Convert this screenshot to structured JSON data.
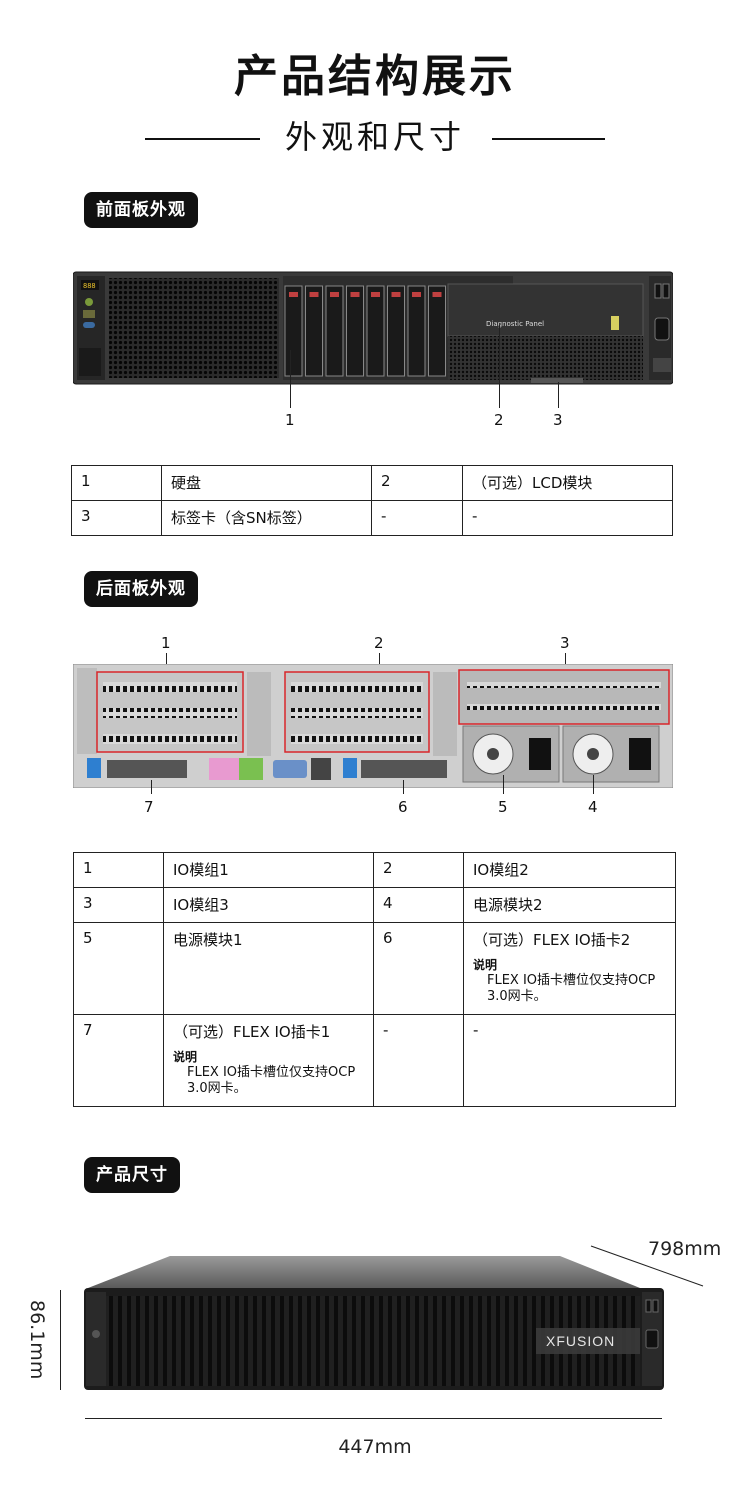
{
  "header": {
    "title": "产品结构展示",
    "subtitle": "外观和尺寸"
  },
  "front": {
    "badge": "前面板外观",
    "panel_label": "Diagnostic Panel",
    "callouts": [
      "1",
      "2",
      "3"
    ],
    "rows": [
      [
        "1",
        "硬盘",
        "2",
        "（可选）LCD模块"
      ],
      [
        "3",
        "标签卡（含SN标签）",
        "-",
        "-"
      ]
    ]
  },
  "rear": {
    "badge": "后面板外观",
    "callouts_top": [
      "1",
      "2",
      "3"
    ],
    "callouts_bottom": [
      "7",
      "6",
      "5",
      "4"
    ],
    "rows": [
      [
        "1",
        "IO模组1",
        "2",
        "IO模组2"
      ],
      [
        "3",
        "IO模组3",
        "4",
        "电源模块2"
      ],
      [
        "5",
        "电源模块1",
        "6",
        "（可选）FLEX IO插卡2"
      ],
      [
        "7",
        "（可选）FLEX IO插卡1",
        "-",
        "-"
      ]
    ],
    "note_title": "说明",
    "note_text": "FLEX IO插卡槽位仅支持OCP 3.0网卡。"
  },
  "size": {
    "badge": "产品尺寸",
    "depth": "798mm",
    "height": "86.1mm",
    "width": "447mm",
    "logo": "XFUSION"
  }
}
